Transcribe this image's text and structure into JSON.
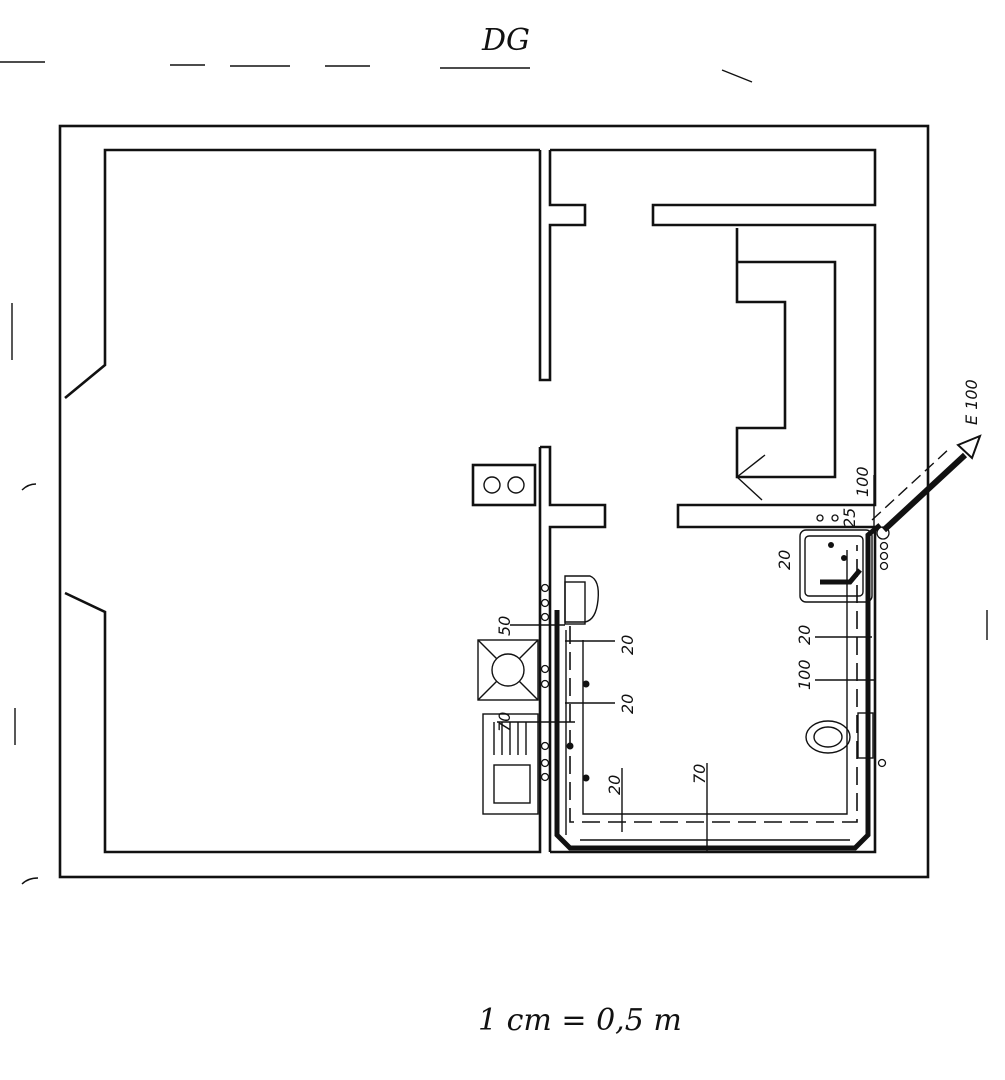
{
  "title": "DG",
  "scale_note": "1 cm = 0,5 m",
  "dimensions": {
    "exit": "E 100",
    "riser_height": "100",
    "top_25": "25",
    "top_20": "20",
    "left_50": "50",
    "left_20_a": "20",
    "left_20_b": "20",
    "left_70": "70",
    "bottom_20": "20",
    "bottom_70": "70",
    "right_20": "20",
    "right_100": "100"
  }
}
